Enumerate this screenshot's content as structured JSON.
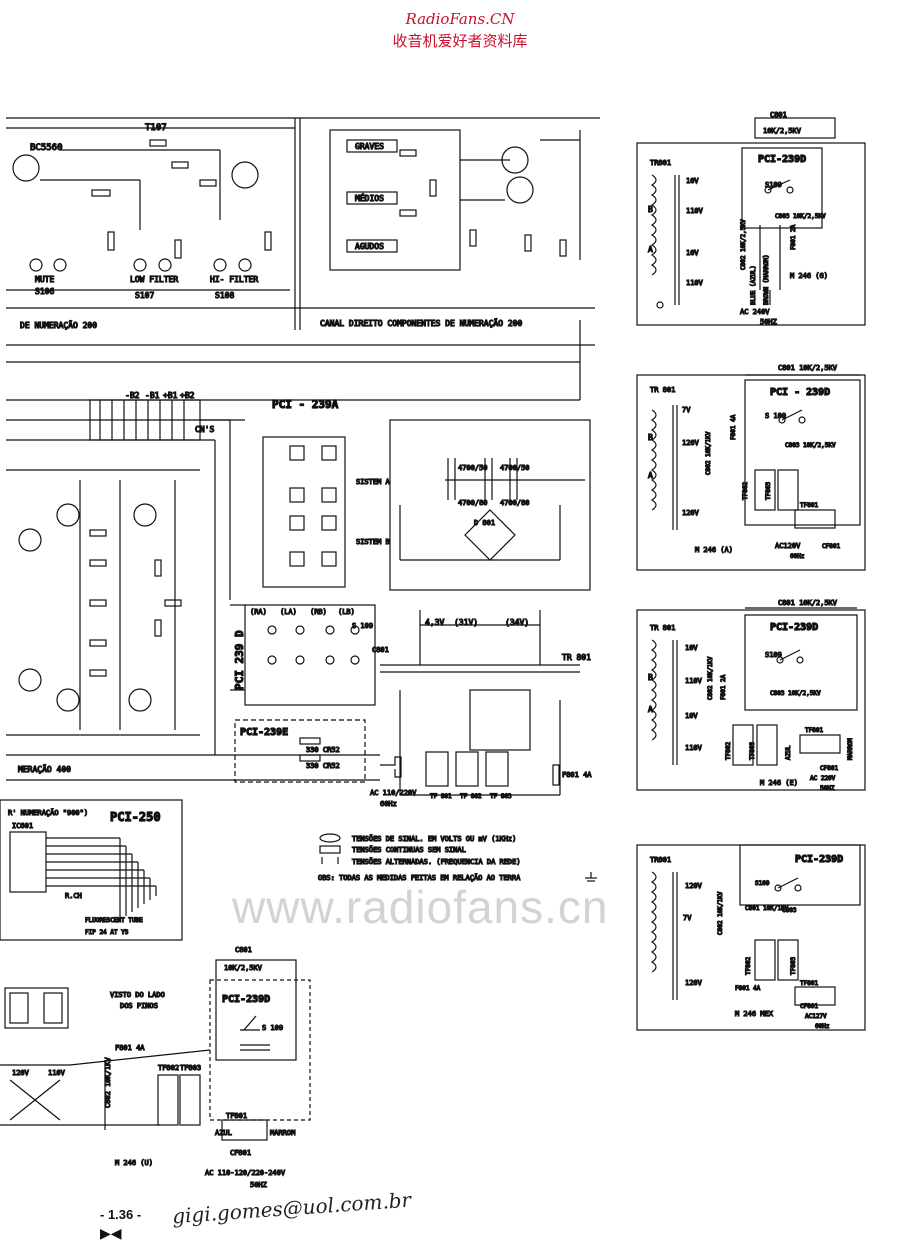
{
  "header": {
    "site": "RadioFans.CN",
    "subtitle": "收音机爱好者资料库"
  },
  "watermark": "www.radiofans.cn",
  "footer": {
    "page": "- 1.36 -",
    "signature": "gigi.gomes@uol.com.br"
  },
  "main_labels": {
    "pci_239a": "PCI - 239A",
    "pci_239d_vert": "PCI 239 D",
    "pci_239e": "PCI-239E",
    "pci_250": "PCI-250",
    "chs": "CN'S",
    "tr801": "TR 801",
    "canal_direito": "CANAL DIREITO  COMPONENTES  DE  NUMERAÇÃO  200",
    "de_numeracao_200": "DE   NUMERAÇÃO   200",
    "numeracao_400": "MERAÇÃO      400",
    "numeracao_900": "R' NUMERAÇÃO \"900\")",
    "fluorescent": "FLUORESCENT TUBE",
    "fip": "FIP 24 AT YS",
    "rch": "R.CH",
    "ic601": "IC601",
    "visto": "VISTO DO LADO",
    "pinos": "DOS PINOS",
    "mute": "MUTE",
    "s106": "S106",
    "low_filter": "LOW FILTER",
    "s107": "S107",
    "hi_filter": "HI- FILTER",
    "s108": "S108",
    "graves": "GRAVES",
    "medios": "MÉDIOS",
    "agudos": "AGUDOS",
    "sistem_a": "SISTEM A",
    "sistem_b": "SISTEM B",
    "t107": "T107",
    "bc": "BC5560",
    "ra": "(RA)",
    "la": "(LA)",
    "rb": "(RB)",
    "lb": "(LB)",
    "s109": "S 109",
    "c801": "C801",
    "d801": "D 801",
    "f801": "F801 4A",
    "v31": "(31V)",
    "v34": "(34V)",
    "v43": "4,3V",
    "ac_main": "AC 110/220V",
    "hz60": "60Hz",
    "tf_labels": [
      "TF 801",
      "TF 802",
      "TF 803"
    ],
    "bus": [
      "-B2",
      "-B1",
      "+B1",
      "+B2"
    ],
    "caps": [
      "4700/50",
      "4700/50",
      "4700/80",
      "4700/80"
    ],
    "pci239e_parts": [
      "330 CR52",
      "330 CR52"
    ]
  },
  "legend": [
    "TENSÕES DE SINAL. EM VOLTS OU mV (1KHz)",
    "TENSÕES CONTINUAS SEM SINAL",
    "TENSÕES ALTERNADAS. (FREQUENCIA DA REDE)",
    "OBS: TODAS AS MEDIDAS FEITAS EM RELAÇÃO AO TERRA"
  ],
  "bottom_sub": {
    "board": "PCI-239D",
    "cap_title": "C801",
    "cap_rating": "10K/2,5KV",
    "fuse": "F801 4A",
    "cap2": "C802 10K/1KV",
    "azul": "AZUL",
    "marrom": "MARROM",
    "model": "M 246 (U)",
    "ac": "AC 110-120/220-240V",
    "hz": "50HZ",
    "cf": "CF801",
    "tf": [
      "TF801",
      "TF802",
      "TF803"
    ],
    "s": "S 109",
    "taps": [
      "120V",
      "110V"
    ]
  },
  "right_boxes": [
    {
      "tr": "TR801",
      "board": "PCI-239D",
      "cap": "C801",
      "cap_rating": "10K/2,5KV",
      "taps": [
        "10V",
        "110V",
        "10V",
        "110V"
      ],
      "side": [
        "B",
        "A"
      ],
      "s": "S109",
      "c803": "C803 10K/2,5KV",
      "wires": [
        "BLUE (AZUL)",
        "BROWN (MARROM)"
      ],
      "cap2": "C802 10K/2,5KV",
      "fuse": "F801 2A",
      "ac": "AC 240V",
      "hz": "50HZ",
      "model": "M 246 (G)"
    },
    {
      "tr": "TR 801",
      "board": "PCI - 239D",
      "cap": "C801 10K/2,5KV",
      "taps": [
        "7V",
        "120V",
        "120V"
      ],
      "side": [
        "B",
        "A"
      ],
      "s": "S 109",
      "c803": "C803 10K/2,5KV",
      "cap2": "C802 10K/1KV",
      "fuse": "F801 4A",
      "tf": [
        "TF801",
        "TF802",
        "TF803"
      ],
      "ac": "AC120V",
      "hz": "60Hz",
      "cf": "CF801",
      "model": "M 246 (A)"
    },
    {
      "tr": "TR 801",
      "board": "PCI-239D",
      "cap": "C801 10K/2,5KV",
      "taps": [
        "10V",
        "110V",
        "10V",
        "110V"
      ],
      "side": [
        "B",
        "A"
      ],
      "s": "S109",
      "c803": "C803 10K/2,5KV",
      "cap2": "C802 10K/1KV",
      "fuse": "F801 2A",
      "tf": [
        "TF801",
        "TF802",
        "TF803"
      ],
      "wires": [
        "AZUL",
        "MARROM"
      ],
      "ac": "AC 220V",
      "hz": "50HZ",
      "cf": "CF801",
      "model": "M 246 (E)"
    },
    {
      "tr": "TR801",
      "board": "PCI-239D",
      "cap": "C801 10K/1KV",
      "taps": [
        "120V",
        "7V",
        "120V"
      ],
      "s": "S109",
      "c803": "C803",
      "cap2": "C802 10K/1KV",
      "fuse": "F801 4A",
      "tf": [
        "TF801",
        "TF802",
        "TF803"
      ],
      "ac": "AC127V",
      "hz": "60Hz",
      "cf": "CF801",
      "model": "M 246 MEX"
    }
  ]
}
